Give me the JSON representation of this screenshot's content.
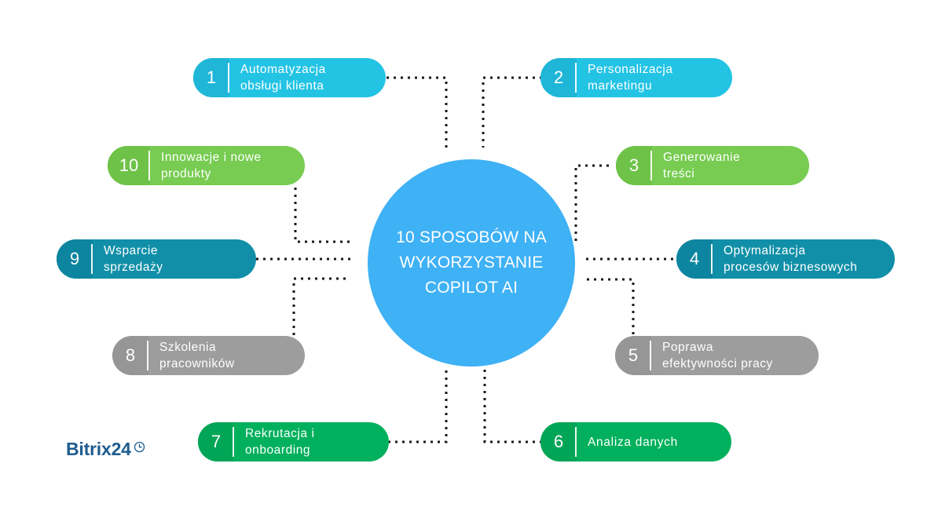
{
  "hub": {
    "text": "10 SPOSOBÓW NA\nWYKORZYSTANIE\nCOPILOT AI",
    "color": "#3fb1f5"
  },
  "brand": {
    "name": "Bitrix24",
    "mark": "clock-icon",
    "color": "#1d5c8f"
  },
  "items": [
    {
      "number": "1",
      "label": "Automatyzacja\nobsługi klienta",
      "color": "#23c3e4"
    },
    {
      "number": "2",
      "label": "Personalizacja\nmarketingu",
      "color": "#23c3e4"
    },
    {
      "number": "3",
      "label": "Generowanie\ntreści",
      "color": "#77cc51"
    },
    {
      "number": "4",
      "label": "Optymalizacja\nprocesów biznesowych",
      "color": "#118fa8"
    },
    {
      "number": "5",
      "label": "Poprawa\nefektywności pracy",
      "color": "#9d9d9d"
    },
    {
      "number": "6",
      "label": "Analiza danych",
      "color": "#00b05c"
    },
    {
      "number": "7",
      "label": "Rekrutacja i\nonboarding",
      "color": "#00b05c"
    },
    {
      "number": "8",
      "label": "Szkolenia\npracowników",
      "color": "#9d9d9d"
    },
    {
      "number": "9",
      "label": "Wsparcie\nsprzedaży",
      "color": "#118fa8"
    },
    {
      "number": "10",
      "label": "Innowacje i nowe\nprodukty",
      "color": "#77cc51"
    }
  ]
}
